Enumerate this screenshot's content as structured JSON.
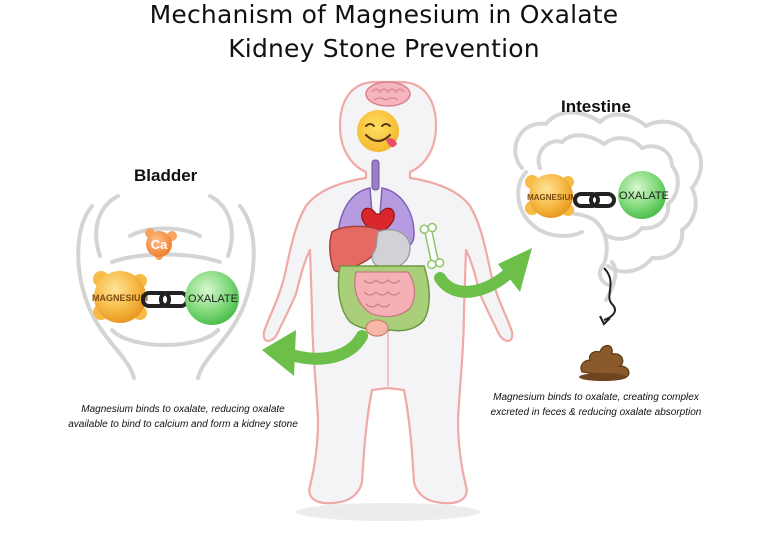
{
  "title": {
    "line1": "Mechanism of Magnesium in Oxalate",
    "line2": "Kidney Stone Prevention"
  },
  "bladder": {
    "heading": "Bladder",
    "calcium_label": "Ca",
    "magnesium_label": "MAGNESIUM",
    "oxalate_label": "OXALATE",
    "caption": "Magnesium binds to oxalate, reducing oxalate available to bind to calcium and form a kidney stone"
  },
  "intestine": {
    "heading": "Intestine",
    "magnesium_label": "MAGNESIUM",
    "oxalate_label": "OXALATE",
    "caption": "Magnesium binds to oxalate, creating complex excreted in feces & reducing oxalate absorption"
  },
  "icons": [
    "brain-icon",
    "smiley-emoji-icon",
    "lungs-icon",
    "heart-icon",
    "liver-icon",
    "stomach-icon",
    "intestines-icon",
    "bone-icon",
    "chain-link-icon",
    "poop-icon",
    "green-arrow-icon"
  ],
  "colors": {
    "magnesium": "#f5b640",
    "oxalate": "#7cd67c",
    "calcium": "#f08a3c",
    "arrow": "#6cc04a",
    "body_outline": "#f0a8a8",
    "organ_outline": "#cfcfcf"
  }
}
